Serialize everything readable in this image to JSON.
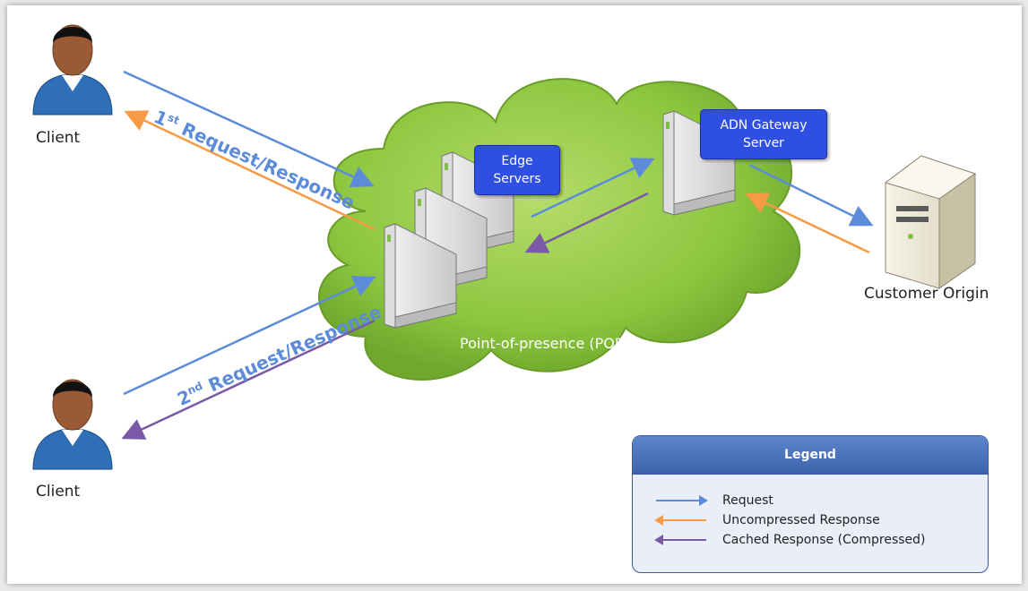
{
  "labels": {
    "client_top": "Client",
    "client_bottom": "Client",
    "customer_origin": "Customer Origin",
    "pop": "Point-of-presence (POP)",
    "edge_servers_line1": "Edge",
    "edge_servers_line2": "Servers",
    "adn_gateway_line1": "ADN Gateway",
    "adn_gateway_line2": "Server"
  },
  "flows": {
    "first": {
      "ordinal": "1",
      "suffix": "st",
      "text": "Request/Response"
    },
    "second": {
      "ordinal": "2",
      "suffix": "nd",
      "text": "Request/Response"
    }
  },
  "legend": {
    "title": "Legend",
    "items": [
      {
        "label": "Request",
        "color": "#5b8bd9"
      },
      {
        "label": "Uncompressed Response",
        "color": "#f59a45"
      },
      {
        "label": "Cached Response (Compressed)",
        "color": "#7a5aa6"
      }
    ]
  },
  "colors": {
    "request": "#5b8bd9",
    "uncompressed": "#f59a45",
    "cached": "#7a5aa6",
    "cloud": "#8cc63f",
    "tag": "#2f4fe0"
  }
}
